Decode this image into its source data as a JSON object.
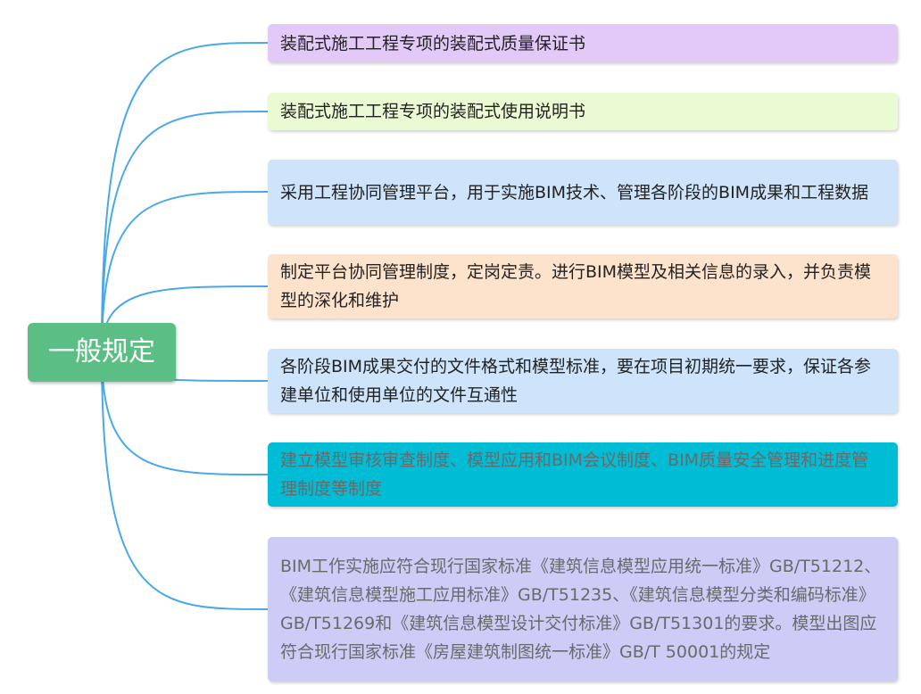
{
  "root": {
    "label": "一般规定",
    "color": "#5bbf85"
  },
  "link_color": "#4aa8e8",
  "nodes": [
    {
      "text": "装配式施工工程专项的装配式质量保证书",
      "bg": "#e3c9f7",
      "color": "#222222"
    },
    {
      "text": "装配式施工工程专项的装配式使用说明书",
      "bg": "#eafbd3",
      "color": "#222222"
    },
    {
      "text": "采用工程协同管理平台，用于实施BIM技术、管理各阶段的BIM成果和工程数据",
      "bg": "#cde4fb",
      "color": "#222222"
    },
    {
      "text": "制定平台协同管理制度，定岗定责。进行BIM模型及相关信息的录入，并负责模型的深化和维护",
      "bg": "#fde3cc",
      "color": "#222222"
    },
    {
      "text": "各阶段BIM成果交付的文件格式和模型标准，要在项目初期统一要求，保证各参建单位和使用单位的文件互通性",
      "bg": "#cde4fb",
      "color": "#222222"
    },
    {
      "text": "建立模型审核审查制度、模型应用和BIM会议制度、BIM质量安全管理和进度管理制度等制度",
      "bg": "#00bcd4",
      "color": "#6a6a6a"
    },
    {
      "text": "BIM工作实施应符合现行国家标准《建筑信息模型应用统一标准》GB/T51212、《建筑信息模型施工应用标准》GB/T51235、《建筑信息模型分类和编码标准》GB/T51269和《建筑信息模型设计交付标准》GB/T51301的要求。模型出图应符合现行国家标准《房屋建筑制图统一标准》GB/T 50001的规定",
      "bg": "#ccccf7",
      "color": "#6a6a6a"
    }
  ]
}
